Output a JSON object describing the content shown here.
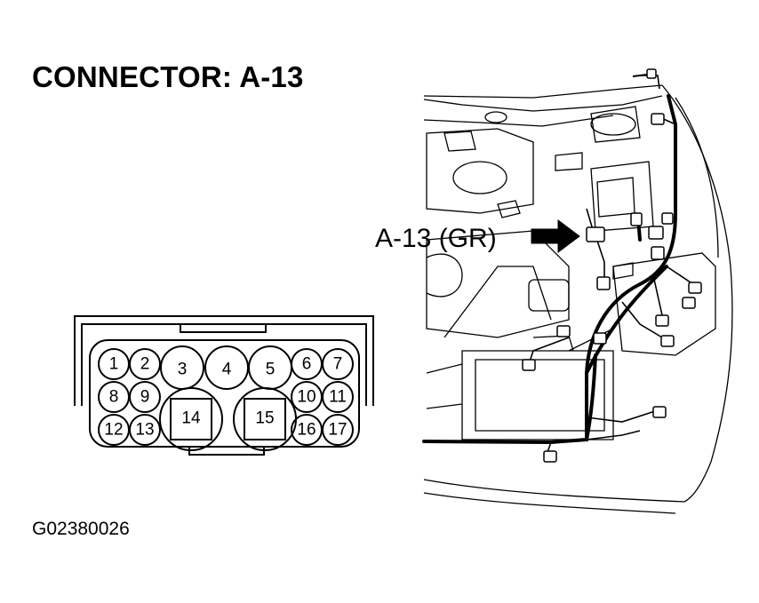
{
  "title": "CONNECTOR: A-13",
  "figure_id": "G02380026",
  "callout": {
    "label": "A-13 (GR)"
  },
  "connector": {
    "pins": [
      "1",
      "2",
      "3",
      "4",
      "5",
      "6",
      "7",
      "8",
      "9",
      "10",
      "11",
      "12",
      "13",
      "14",
      "15",
      "16",
      "17"
    ]
  }
}
